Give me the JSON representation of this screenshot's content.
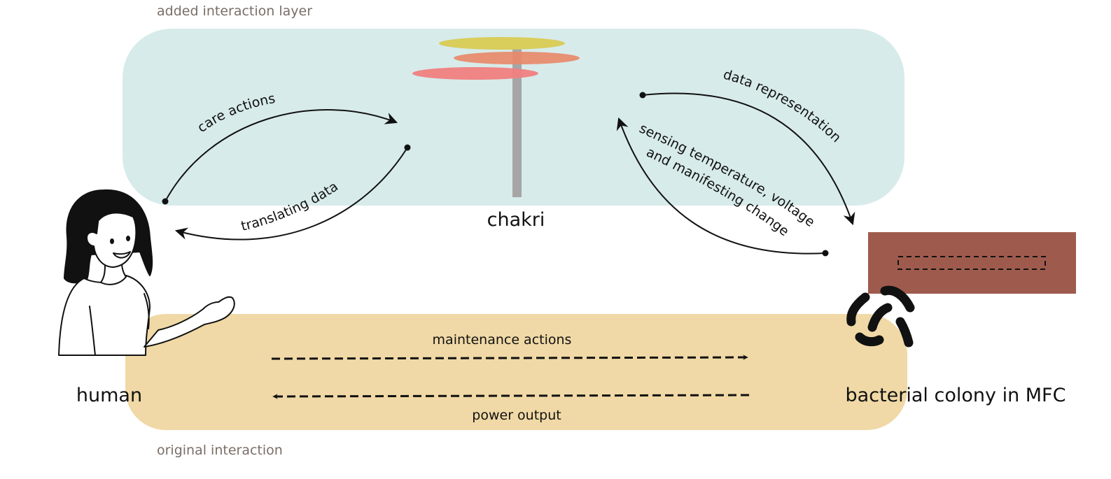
{
  "layers": {
    "top": {
      "label": "added interaction layer",
      "color": "#d7ebea"
    },
    "bottom": {
      "label": "original interaction",
      "color": "#f0d9a6"
    }
  },
  "nodes": {
    "human": {
      "label": "human"
    },
    "chakri": {
      "label": "chakri",
      "disc_colors": [
        "#d9cd5c",
        "#e8896a",
        "#f08080"
      ],
      "stem_color": "#a6a6a6"
    },
    "colony": {
      "label": "bacterial colony in MFC",
      "mfc_color": "#9e5b4d"
    }
  },
  "edges": {
    "care_actions": "care actions",
    "translating_data": "translating data",
    "data_representation": "data representation",
    "sensing_line1": "sensing temperature, voltage",
    "sensing_line2": "and manifesting change",
    "maintenance_actions": "maintenance actions",
    "power_output": "power output"
  }
}
